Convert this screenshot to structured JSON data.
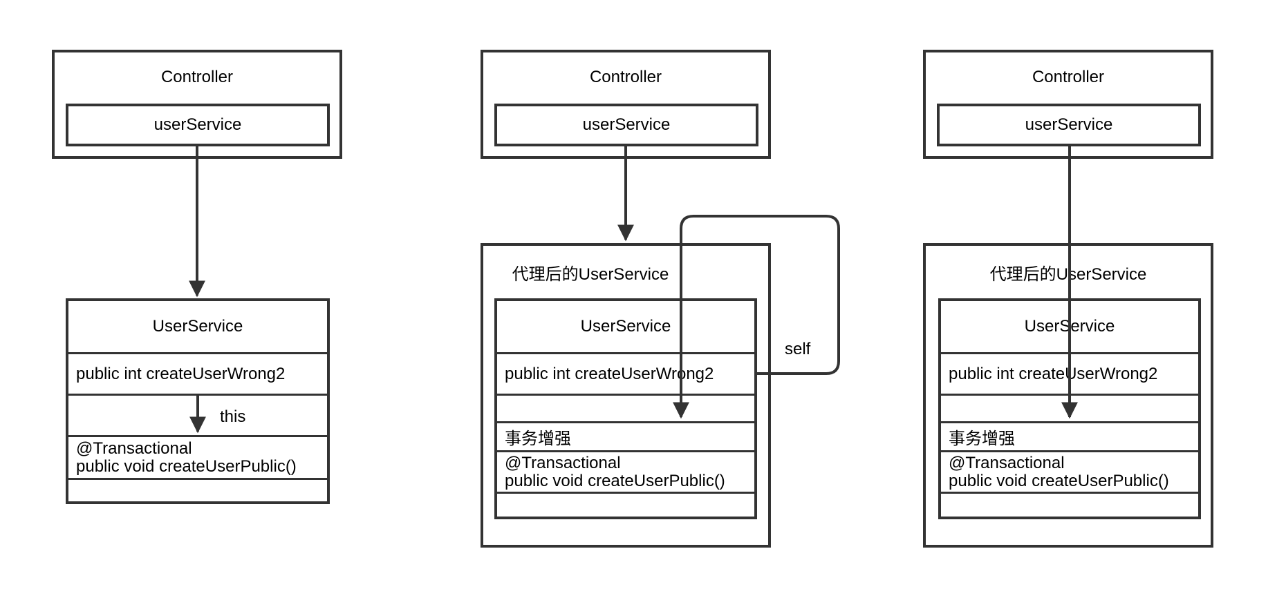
{
  "styles": {
    "line_color": "#333333",
    "text_color": "#000000",
    "background": "#ffffff"
  },
  "panels": [
    {
      "controller": {
        "title": "Controller",
        "field": "userService"
      },
      "service": {
        "title": "UserService",
        "method": "public int createUserWrong2",
        "annotation_line1": "@Transactional",
        "annotation_line2": "public void createUserPublic()"
      },
      "arrow_label": "this"
    },
    {
      "controller": {
        "title": "Controller",
        "field": "userService"
      },
      "proxy_title": "代理后的UserService",
      "service": {
        "title": "UserService",
        "method": "public int createUserWrong2",
        "enhancement": "事务增强",
        "annotation_line1": "@Transactional",
        "annotation_line2": "public void createUserPublic()"
      },
      "arrow_label": "self"
    },
    {
      "controller": {
        "title": "Controller",
        "field": "userService"
      },
      "proxy_title": "代理后的UserService",
      "service": {
        "title": "UserService",
        "method": "public int createUserWrong2",
        "enhancement": "事务增强",
        "annotation_line1": "@Transactional",
        "annotation_line2": "public void createUserPublic()"
      }
    }
  ]
}
